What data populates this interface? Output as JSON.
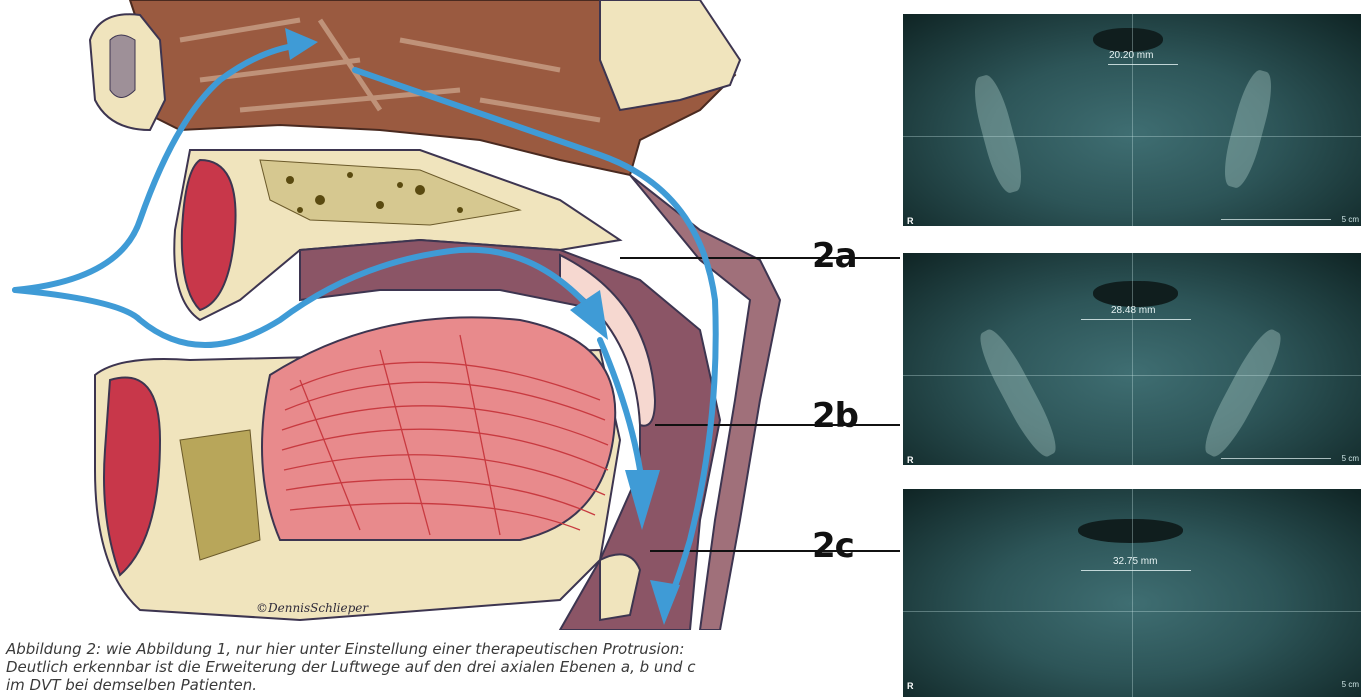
{
  "figure": {
    "labels": {
      "a": "2a",
      "b": "2b",
      "c": "2c"
    },
    "signature": "©DennisSchlieper"
  },
  "scans": [
    {
      "measurement": "20.20 mm",
      "orientation": "R",
      "scale": "5 cm"
    },
    {
      "measurement": "28.48 mm",
      "orientation": "R",
      "scale": "5 cm"
    },
    {
      "measurement": "32.75 mm",
      "orientation": "R",
      "scale": "5 cm"
    }
  ],
  "caption": {
    "lines": [
      "Abbildung 2: wie Abbildung 1, nur hier unter Einstellung einer therapeutischen Protrusion:",
      "Deutlich erkennbar ist die Erweiterung der Luftwege auf den drei axialen Ebenen a, b und c",
      "im DVT bei demselben Patienten."
    ]
  },
  "colors": {
    "arrow": "#3f9bd6",
    "muscle": "#d24b55",
    "bone": "#f0e4bd",
    "soft_tissue": "#8b5566",
    "scan_bg": "#2d5558"
  }
}
